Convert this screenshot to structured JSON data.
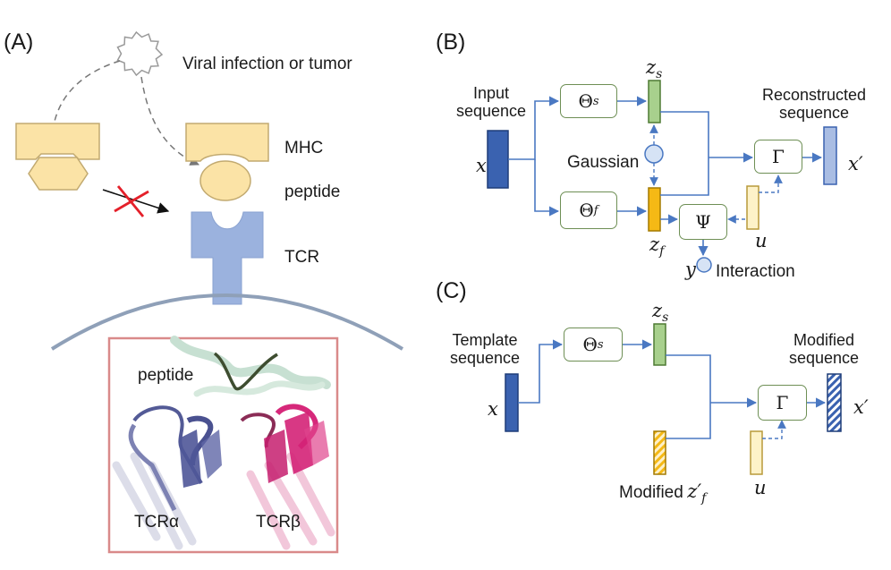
{
  "panels": {
    "a": {
      "label": "(A)",
      "virus_label": "Viral infection or tumor",
      "mhc_label": "MHC",
      "peptide_label": "peptide",
      "tcr_label": "TCR",
      "inset_peptide_label": "peptide",
      "tcr_alpha_label": "TCRα",
      "tcr_beta_label": "TCRβ"
    },
    "b": {
      "label": "(B)",
      "input_label": "Input\nsequence",
      "recon_label": "Reconstructed\nsequence",
      "gaussian_label": "Gaussian",
      "interaction_label": "Interaction",
      "theta_s": "Θ",
      "theta_s_sub": "s",
      "theta_f": "Θ",
      "theta_f_sub": "f",
      "gamma": "Γ",
      "psi": "Ψ",
      "x": "x",
      "x_prime": "x′",
      "z_s": "z",
      "z_s_sub": "s",
      "z_f": "z",
      "z_f_sub": "f",
      "u": "u",
      "y": "y"
    },
    "c": {
      "label": "(C)",
      "template_label": "Template\nsequence",
      "modified_seq_label": "Modified\nsequence",
      "modified_zf_text": "Modified",
      "modified_zf_math": "z′",
      "modified_zf_sub": "f",
      "theta_s": "Θ",
      "theta_s_sub": "s",
      "gamma": "Γ",
      "x": "x",
      "x_prime": "x′",
      "z_s": "z",
      "z_s_sub": "s",
      "u": "u"
    }
  },
  "colors": {
    "input_bar": "#3a62b0",
    "output_bar": "#a9bde3",
    "z_s": "#a8d08d",
    "z_f": "#f5b915",
    "u_bar": "#fdf2c8",
    "box_border": "#6e8f55",
    "arrow": "#4a78c2",
    "mhc": "#fbe3a6",
    "tcr": "#9bb2de",
    "cell_membrane": "#8fa0b8",
    "inset_border": "#d98a8a",
    "block_cross": "#e4202a"
  }
}
